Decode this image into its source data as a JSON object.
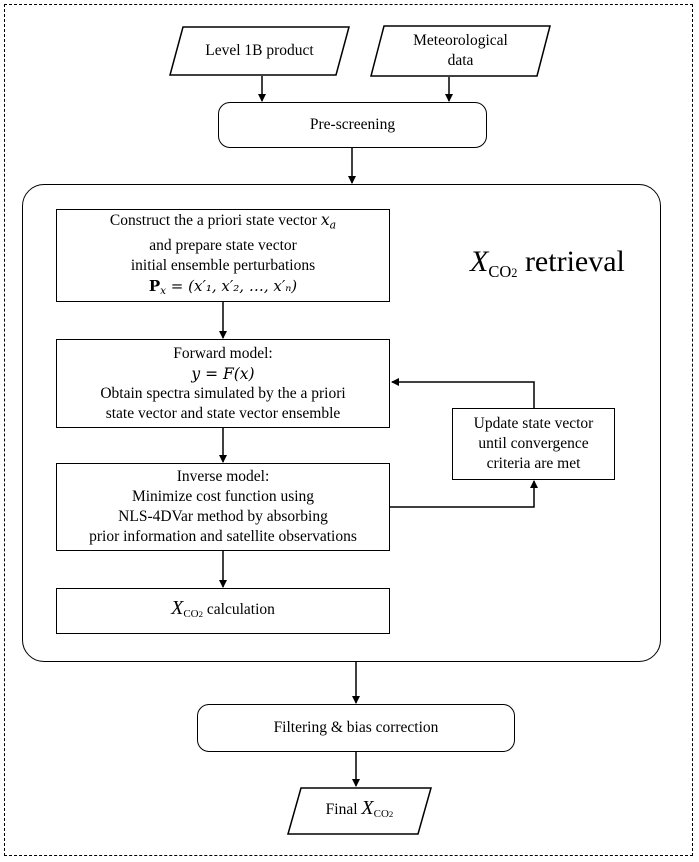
{
  "nodes": {
    "level1b": "Level 1B product",
    "met_line1": "Meteorological",
    "met_line2": "data",
    "prescreen": "Pre-screening",
    "construct_line1": "Construct the a priori state vector",
    "construct_var": "x",
    "construct_var_sub": "a",
    "construct_line2": "and prepare state vector",
    "construct_line3": "initial ensemble perturbations",
    "construct_formula_lhs": "P",
    "construct_formula_lhs_sub": "x",
    "construct_formula_rhs": " = (x′₁, x′₂, …, x′ₙ)",
    "forward_title": "Forward model:",
    "forward_eq": "y = F(x)",
    "forward_line2": "Obtain spectra simulated by the a priori",
    "forward_line3": "state vector and state vector ensemble",
    "inverse_title": "Inverse model:",
    "inverse_line1": "Minimize cost function using",
    "inverse_line2": "NLS-4DVar method by absorbing",
    "inverse_line3": "prior information and satellite observations",
    "calc_var": "X",
    "calc_var_sub": "CO",
    "calc_var_sub2": "2",
    "calc_label": " calculation",
    "update_line1": "Update state vector",
    "update_line2": "until convergence",
    "update_line3": "criteria are met",
    "retrieval_var": "X",
    "retrieval_var_sub": "CO",
    "retrieval_var_sub2": "2",
    "retrieval_label": " retrieval",
    "filtering": "Filtering & bias correction",
    "final_label": "Final ",
    "final_var": "X",
    "final_var_sub": "CO",
    "final_var_sub2": "2"
  }
}
